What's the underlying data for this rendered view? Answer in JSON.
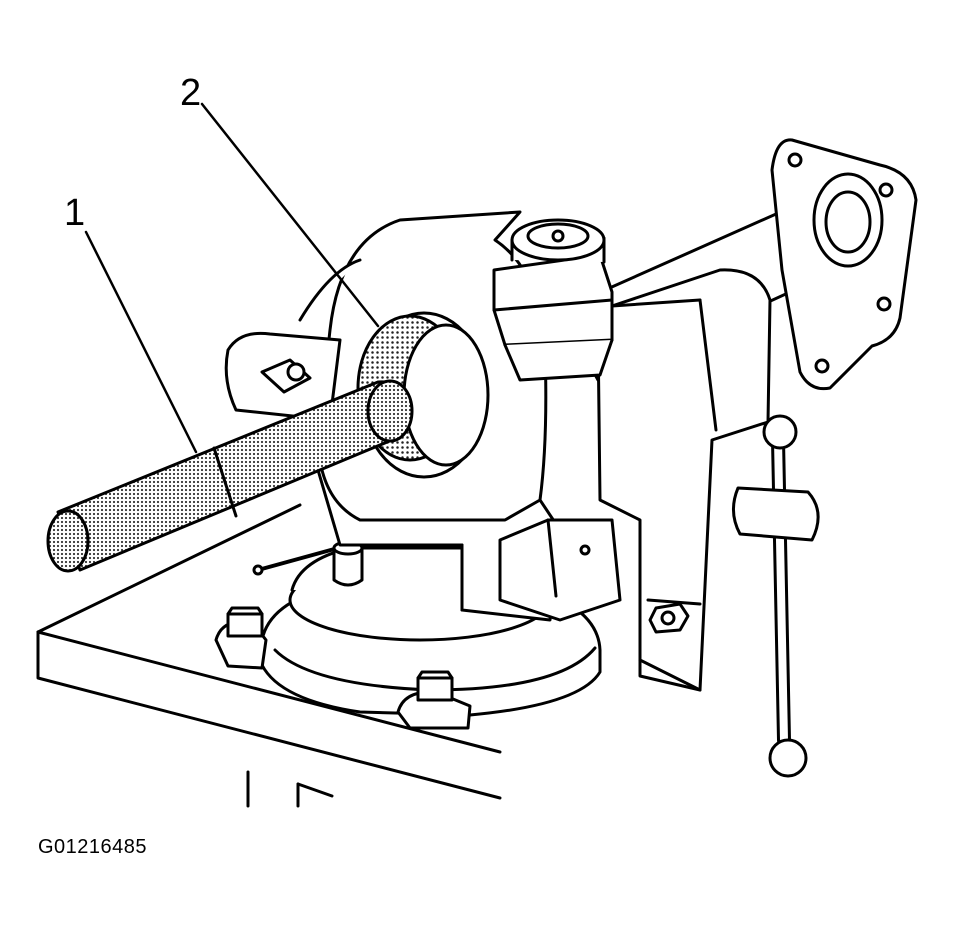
{
  "callouts": [
    {
      "number": "1"
    },
    {
      "number": "2"
    }
  ],
  "figure_id": "G01216485",
  "colors": {
    "line": "#000000",
    "fill": "#ffffff",
    "shade_dot": "#222222"
  }
}
